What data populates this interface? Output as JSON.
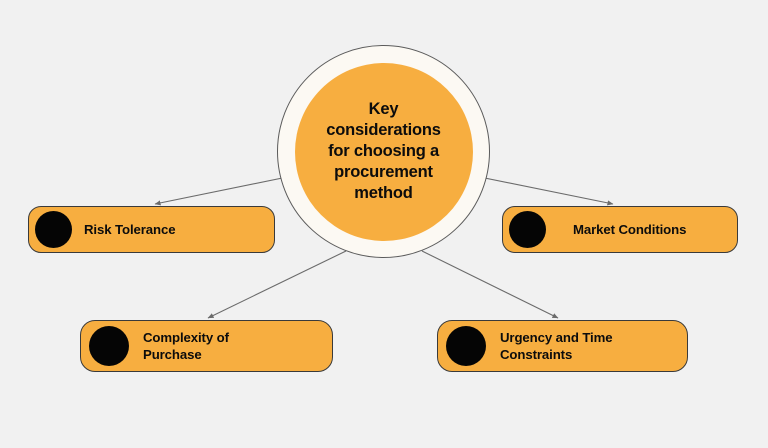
{
  "diagram": {
    "type": "hub-and-spoke",
    "background_color": "#f1f1f1",
    "accent_color": "#f7ae40",
    "ring_color": "#fcf9f3",
    "outline_color": "#3a3a3a",
    "icon_color": "#050505",
    "connector_color": "#6b6b6b",
    "hub": {
      "label": "Key\nconsiderations\nfor choosing a\nprocurement\nmethod"
    },
    "nodes": [
      {
        "id": "risk-tolerance",
        "label": "Risk Tolerance",
        "icon": "filled-circle-icon"
      },
      {
        "id": "market-conditions",
        "label": "Market Conditions",
        "icon": "filled-circle-icon"
      },
      {
        "id": "complexity-of-purchase",
        "label": "Complexity of\nPurchase",
        "icon": "filled-circle-icon"
      },
      {
        "id": "urgency-and-time-constraints",
        "label": "Urgency and Time\nConstraints",
        "icon": "filled-circle-icon"
      }
    ]
  }
}
